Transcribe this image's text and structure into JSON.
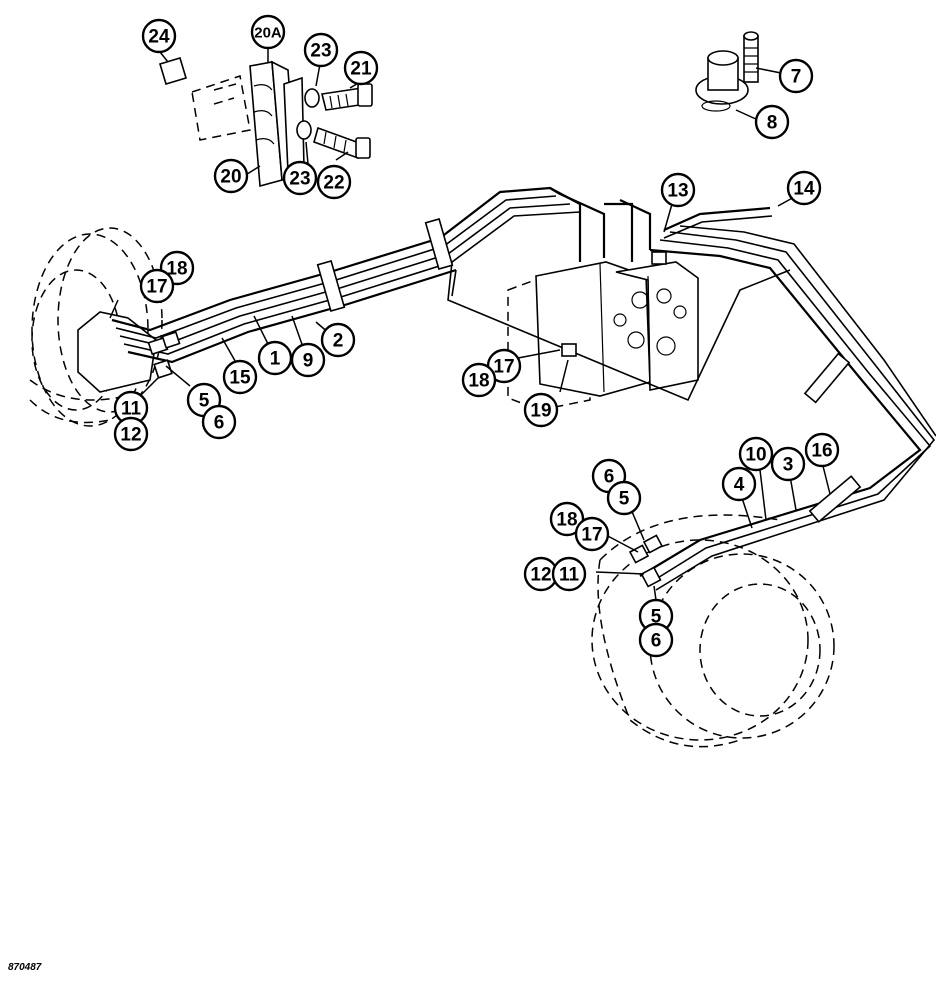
{
  "figure_number": "870487",
  "callouts": [
    "24",
    "20A",
    "23",
    "21",
    "20",
    "23",
    "22",
    "7",
    "8",
    "13",
    "14",
    "18",
    "17",
    "1",
    "9",
    "2",
    "15",
    "5",
    "6",
    "11",
    "12",
    "17",
    "18",
    "19",
    "10",
    "3",
    "16",
    "4",
    "6",
    "5",
    "18",
    "17",
    "12",
    "11",
    "5",
    "6"
  ]
}
